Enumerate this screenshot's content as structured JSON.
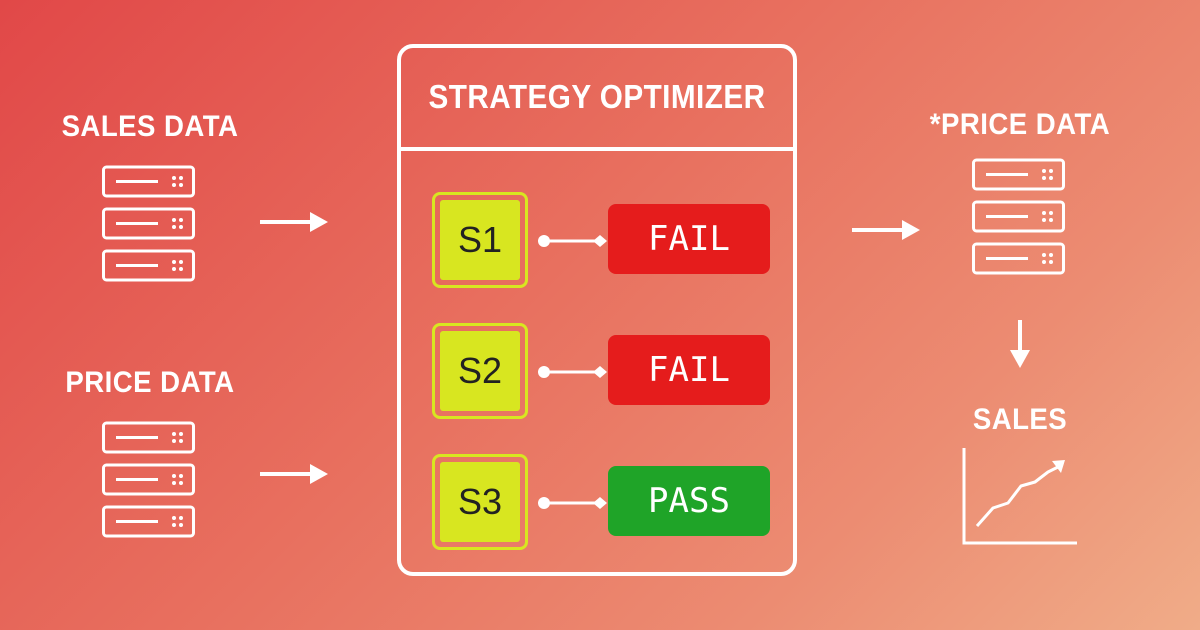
{
  "inputs": {
    "sales_data_label": "SALES DATA",
    "price_data_label": "PRICE DATA"
  },
  "optimizer": {
    "title": "STRATEGY OPTIMIZER",
    "strategies": [
      {
        "label": "S1",
        "result": "FAIL",
        "status": "fail"
      },
      {
        "label": "S2",
        "result": "FAIL",
        "status": "fail"
      },
      {
        "label": "S3",
        "result": "PASS",
        "status": "pass"
      }
    ]
  },
  "outputs": {
    "price_data_label": "*PRICE DATA",
    "sales_label": "SALES"
  },
  "colors": {
    "fail": "#e51c1c",
    "pass": "#1fa428",
    "strategy": "#d8e620"
  },
  "icons": [
    "server-icon",
    "arrow-right-icon",
    "arrow-down-icon",
    "connector-icon",
    "line-chart-icon"
  ]
}
